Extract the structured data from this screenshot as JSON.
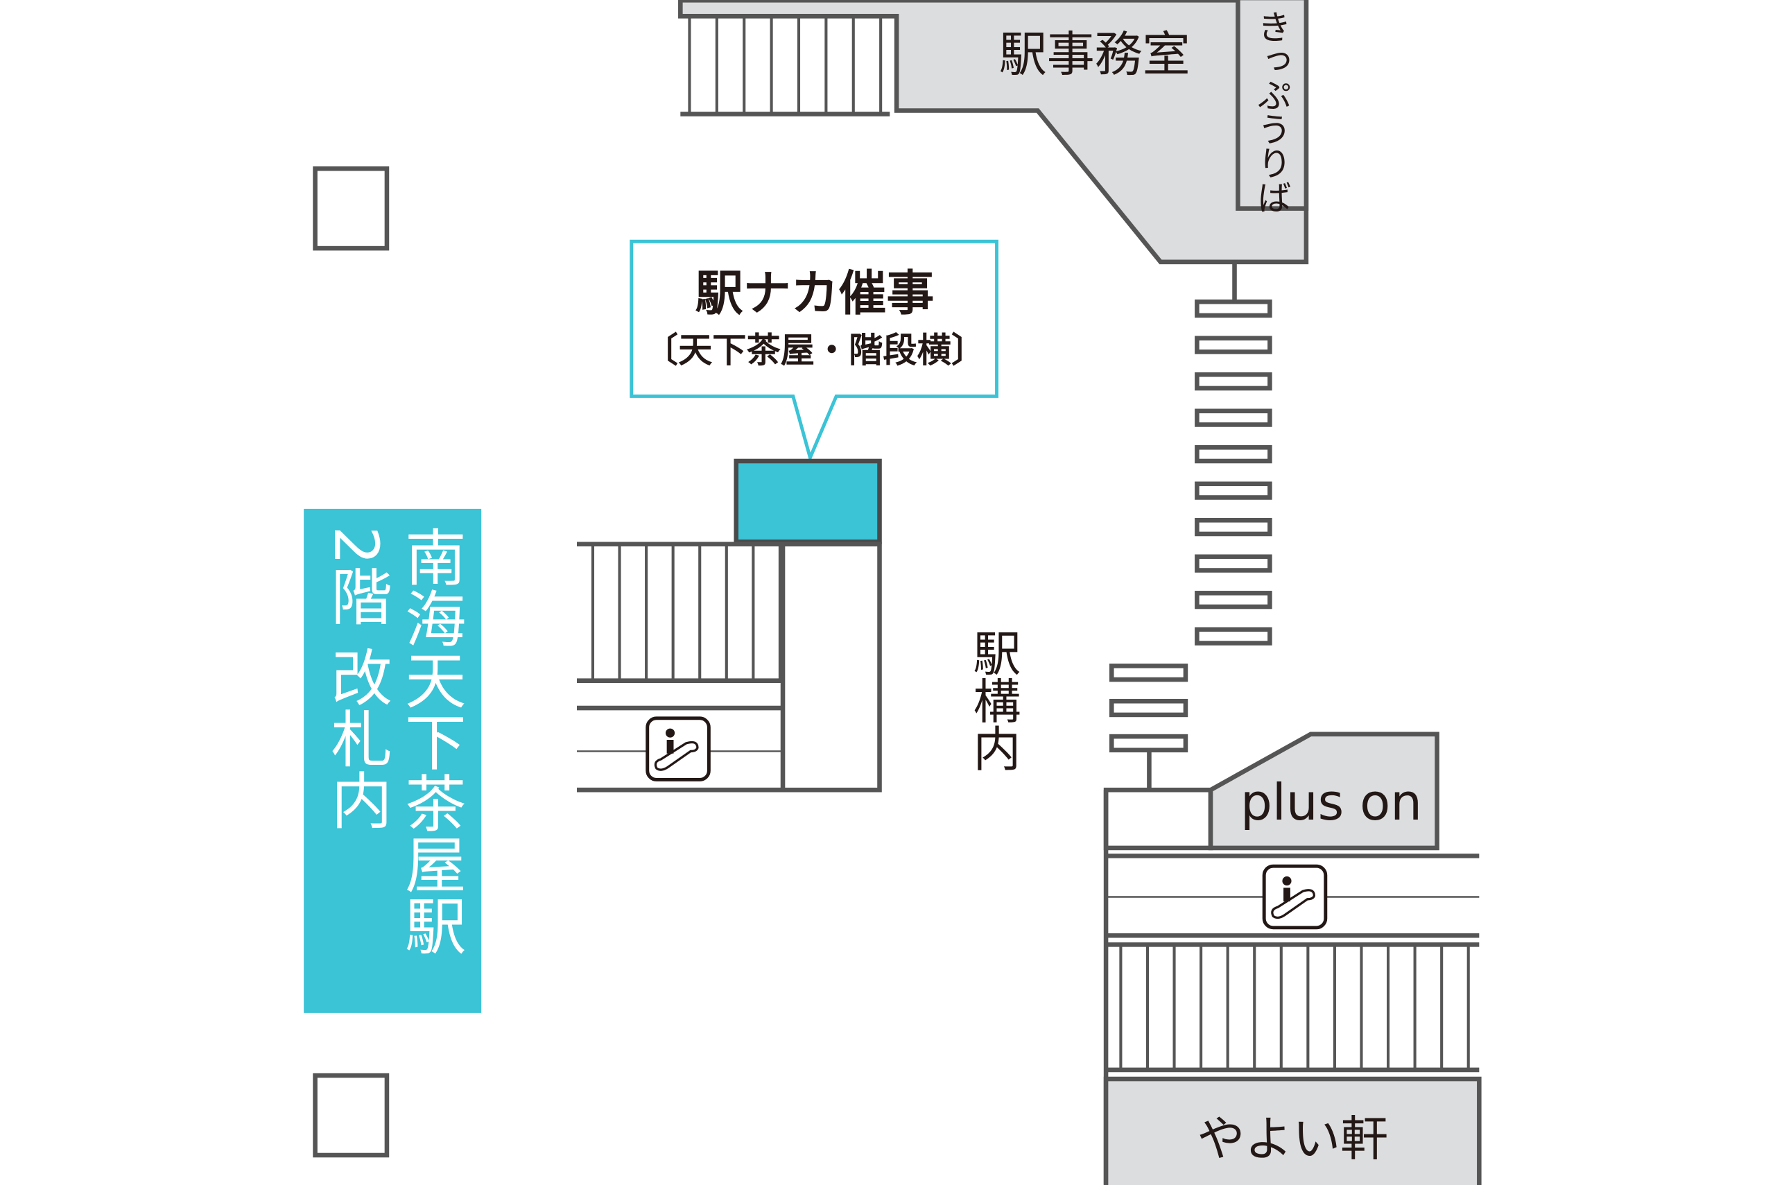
{
  "colors": {
    "accent": "#3bc3d6",
    "room_fill": "#dcdddf",
    "line": "#555555",
    "text": "#231815"
  },
  "labels": {
    "station_office": "駅事務室",
    "ticket_counter": "きっぷうりば",
    "station_title": "南海天下茶屋駅",
    "floor_label": "2階 改札内",
    "concourse": "駅構内",
    "plus_on": "plus on",
    "yayoiken": "やよい軒"
  },
  "callout": {
    "title": "駅ナカ催事",
    "subtitle": "〔天下茶屋・階段横〕"
  },
  "icons": [
    "escalator-icon",
    "escalator-icon"
  ]
}
